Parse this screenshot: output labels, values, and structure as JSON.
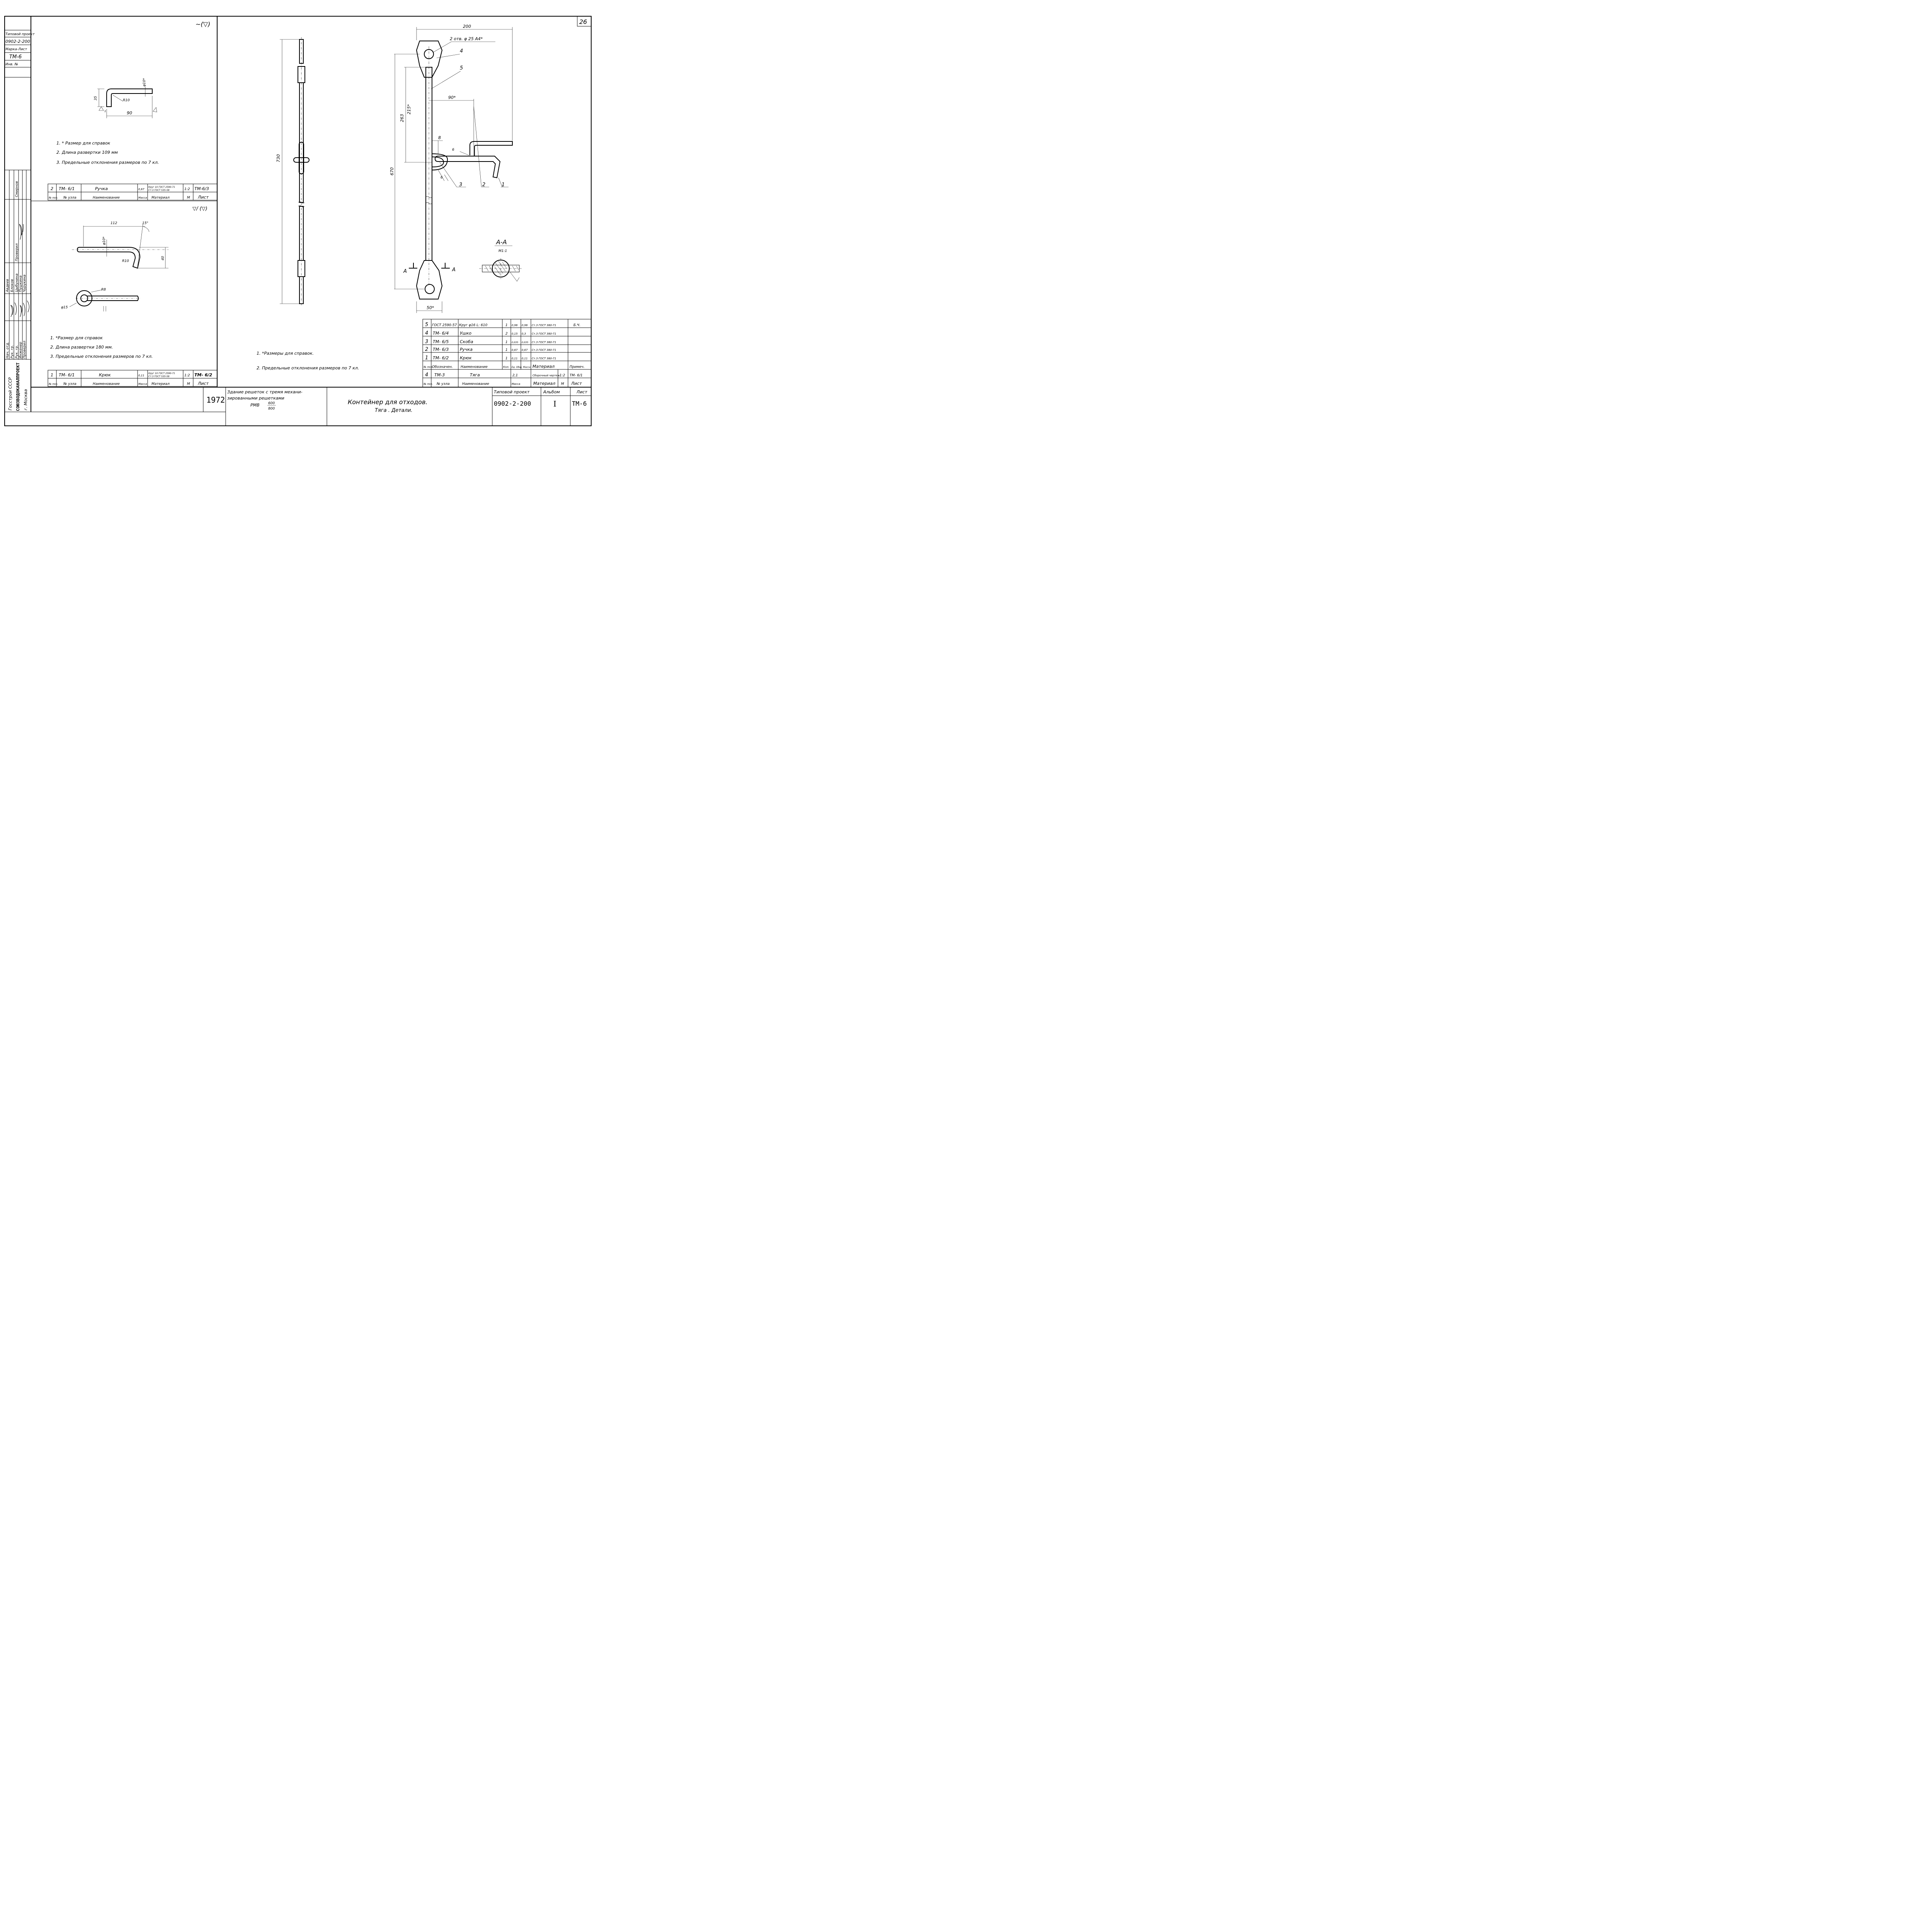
{
  "sheet_number": "26",
  "side_stamp": {
    "project_label": "Типовой проект",
    "project_code": "0902-2-200",
    "mark_sheet_label": "Марка-Лист",
    "mark_sheet": "ТМ-6",
    "inv_label": "Инв. №"
  },
  "signatures_block": {
    "roles": [
      "Нач. отд.",
      "Рук. гр.",
      "Рук. гр.",
      "Инженер",
      "Проверил",
      "Проверил"
    ],
    "names": [
      "Авдеев",
      "Блоков",
      "Цыбунина",
      "Пушкина",
      "Чурукина",
      "Смирнов"
    ],
    "organization": "Госстрой СССР",
    "institute": "СОЮЗВОДОКАНАЛПРОЕКТ",
    "city": "г. Москва"
  },
  "surface_mark_top": "∼(▽)",
  "surface_mark_mid": "▽/ (▽)",
  "handle_drawing": {
    "dim_dia": "φ10*",
    "dim_35": "35",
    "dim_r10": "R10",
    "dim_90": "90",
    "weld_mark": "1"
  },
  "handle_notes": [
    "1. * Размер для справок",
    "2. Длина развертки 109 мм",
    "3. Предельные отклонения размеров по 7 кл."
  ],
  "handle_table": {
    "pos": "2",
    "unit": "ТМ- 6/1",
    "name": "Ручка",
    "mass": "0,67",
    "material_line1": "Круг 10 ГОСТ 2590-71",
    "material_line2": "Ст.3 ГОСТ 535-58",
    "scale": "1:2",
    "sheet": "ТМ-6/3",
    "h_pos": "№ поз.",
    "h_unit": "№ узла",
    "h_name": "Наименование",
    "h_mass": "Масса",
    "h_material": "Материал",
    "h_m": "М",
    "h_sheet": "Лист"
  },
  "hook_drawing": {
    "dim_112": "112",
    "dim_15": "15°",
    "dim_dia": "φ10*",
    "dim_r10": "R10",
    "dim_40": "40",
    "dim_r8": "R8",
    "dim_15dia": "φ15"
  },
  "hook_notes": [
    "1. *Размер для справок",
    "2. Длина развертки 180 мм.",
    "3. Предельные отклонения размеров по 7 кл."
  ],
  "hook_table": {
    "pos": "1",
    "unit": "ТМ- 6/1",
    "name": "Крюк",
    "mass": "0,11",
    "material_line1": "Круг 10 ГОСТ 2590-71",
    "material_line2": "Ст.3 ГОСТ 535-58",
    "scale": "1:2",
    "sheet": "ТМ- 6/2",
    "h_pos": "№ поз.",
    "h_unit": "№ узла",
    "h_name": "Наименование",
    "h_mass": "Масса",
    "h_material": "Материал",
    "h_m": "М",
    "h_sheet": "Лист"
  },
  "rod_drawing": {
    "dim_730": "730"
  },
  "assembly_drawing": {
    "dim_200": "200",
    "holes": "2 отв. φ 25 А4*",
    "pos4": "4",
    "pos5": "5",
    "dim_90": "90*",
    "dim_215": "215*",
    "dim_263": "263",
    "dim_8": "8",
    "weld6a": "6",
    "weld6b": "6",
    "dim_670": "670",
    "pos3": "3",
    "pos2": "2",
    "pos1": "1",
    "section_a": "А",
    "dim_50": "50*",
    "section_title": "А-А",
    "section_scale": "М1:1"
  },
  "assembly_notes": [
    "1. *Размеры для справок.",
    "2. Предельные отклонения размеров по 7 кл."
  ],
  "spec_table": {
    "rows": [
      {
        "pos": "5",
        "code": "ГОСТ 2590-57",
        "name": "Круг φ16  L: 610",
        "qty": "1",
        "m1": "0,96",
        "m2": "0,96",
        "material": "Ст.3 ГОСТ 380-71",
        "note": "Б.Ч."
      },
      {
        "pos": "4",
        "code": "ТМ- 6/4",
        "name": "Ушко",
        "qty": "2",
        "m1": "0,15",
        "m2": "0,3",
        "material": "Ст.3 ГОСТ 380-71",
        "note": ""
      },
      {
        "pos": "3",
        "code": "ТМ- 6/5",
        "name": "Скоба",
        "qty": "1",
        "m1": "0,035",
        "m2": "0,035",
        "material": "Ст.3 ГОСТ 380-71",
        "note": ""
      },
      {
        "pos": "2",
        "code": "ТМ- 6/3",
        "name": "Ручка",
        "qty": "1",
        "m1": "0,67",
        "m2": "0,67",
        "material": "Ст.3 ГОСТ 380-71",
        "note": ""
      },
      {
        "pos": "1",
        "code": "ТМ- 6/2",
        "name": "Крюк",
        "qty": "1",
        "m1": "0,11",
        "m2": "0,11",
        "material": "Ст.3 ГОСТ 380-71",
        "note": ""
      }
    ],
    "h_pos": "№ поз.",
    "h_code": "Обозначен.",
    "h_name": "Наименование",
    "h_qty": "Кол.",
    "h_mass": "Ед. Общ. Масса",
    "h_material": "Материал",
    "h_note": "Примеч.",
    "assembly_row": {
      "pos": "4",
      "code": "ТМ-3",
      "name": "Тяга",
      "mass": "2,1",
      "material": "Сборочный чертеж",
      "scale": "1:2",
      "sheet": "ТМ- 6/1"
    },
    "f_pos": "№ поз.",
    "f_unit": "№ узла",
    "f_name": "Наименование",
    "f_mass": "Масса",
    "f_material": "Материал",
    "f_m": "М",
    "f_sheet": "Лист"
  },
  "title_block": {
    "year": "1972",
    "building_line1": "Здание решеток с тремя механи-",
    "building_line2": "зированными решетками",
    "building_line3": "РМВ",
    "building_frac_top": "600",
    "building_frac_bottom": "800",
    "title_line1": "Контейнер для отходов.",
    "title_line2": "Тяга . Детали.",
    "project_label": "Типовой проект",
    "project_code": "0902-2-200",
    "album_label": "Альбом",
    "album": "I",
    "sheet_label": "Лист",
    "sheet": "ТМ-6"
  }
}
